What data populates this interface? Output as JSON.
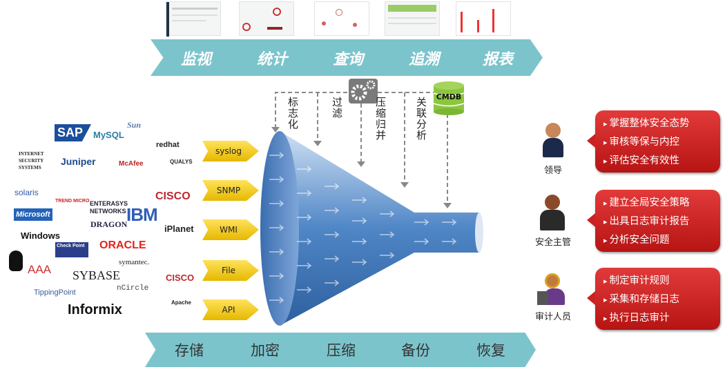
{
  "top_steps": [
    "监视",
    "统计",
    "查询",
    "追溯",
    "报表"
  ],
  "bottom_steps": [
    "存储",
    "加密",
    "压缩",
    "备份",
    "恢复"
  ],
  "process_labels": [
    "标志化",
    "过滤",
    "压缩归并",
    "关联分析"
  ],
  "cmdb_label": "CMDB",
  "inputs": [
    "syslog",
    "SNMP",
    "WMI",
    "File",
    "API"
  ],
  "vendor_logos": [
    "SAP",
    "MySQL",
    "Sun",
    "Internet Security Systems",
    "Juniper",
    "McAfee",
    "redhat",
    "QUALYS",
    "solaris",
    "Microsoft",
    "Windows",
    "TREND MICRO",
    "ENTERASYS NETWORKS",
    "DRAGON",
    "IBM",
    "CISCO",
    "iPlanet",
    "Check Point",
    "ORACLE",
    "AAA",
    "SYBASE",
    "symantec.",
    "CISCO",
    "TippingPoint",
    "nCircle",
    "Informix",
    "Apache"
  ],
  "roles": [
    {
      "name": "领导",
      "items": [
        "掌握整体安全态势",
        "审核等保与内控",
        "评估安全有效性"
      ]
    },
    {
      "name": "安全主管",
      "items": [
        "建立全局安全策略",
        "出具日志审计报告",
        "分析安全问题"
      ]
    },
    {
      "name": "审计人员",
      "items": [
        "制定审计规则",
        "采集和存储日志",
        "执行日志审计"
      ]
    }
  ],
  "colors": {
    "teal": "#7cc4cc",
    "red": "#c81e1e",
    "funnel": "#4a7fc1",
    "yellow": "#f5cc1e",
    "cmdb": "#8cc63f"
  }
}
